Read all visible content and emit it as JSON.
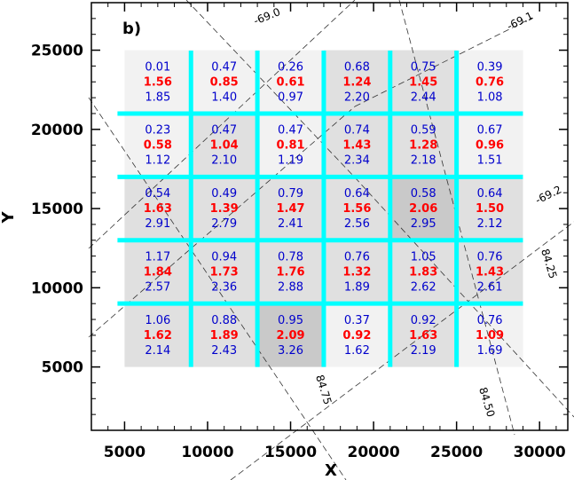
{
  "chart_data": {
    "type": "heatmap",
    "panel_label": "b)",
    "xlabel": "X",
    "ylabel": "Y",
    "xlim": [
      3000,
      31700
    ],
    "ylim": [
      1000,
      28000
    ],
    "x_ticks": [
      5000,
      10000,
      15000,
      20000,
      25000,
      30000
    ],
    "x_tick_labels": [
      "5000",
      "10000",
      "15000",
      "20000",
      "25000",
      "30000"
    ],
    "y_ticks": [
      5000,
      10000,
      15000,
      20000,
      25000
    ],
    "y_tick_labels": [
      "5000",
      "10000",
      "15000",
      "20000",
      "25000"
    ],
    "grid_x_edges": [
      5000,
      9000,
      13000,
      17000,
      21000,
      25000,
      29000
    ],
    "grid_y_edges": [
      5000,
      9000,
      13000,
      17000,
      21000,
      25000
    ],
    "colors": {
      "blue_text": "#0000cc",
      "red_text": "#ff0000",
      "grid_lines": "#00ffff",
      "cell_light": "#f2f2f2",
      "cell_mid": "#e0e0e0",
      "cell_dark": "#c9c9c9"
    },
    "rows": [
      {
        "y_range": [
          21000,
          25000
        ],
        "cells": [
          {
            "top": "0.01",
            "mid": "1.56",
            "bot": "1.85",
            "shade": "light"
          },
          {
            "top": "0.47",
            "mid": "0.85",
            "bot": "1.40",
            "shade": "light"
          },
          {
            "top": "0.26",
            "mid": "0.61",
            "bot": "0.97",
            "shade": "light"
          },
          {
            "top": "0.68",
            "mid": "1.24",
            "bot": "2.20",
            "shade": "mid"
          },
          {
            "top": "0.75",
            "mid": "1.45",
            "bot": "2.44",
            "shade": "mid"
          },
          {
            "top": "0.39",
            "mid": "0.76",
            "bot": "1.08",
            "shade": "light"
          }
        ]
      },
      {
        "y_range": [
          17000,
          21000
        ],
        "cells": [
          {
            "top": "0.23",
            "mid": "0.58",
            "bot": "1.12",
            "shade": "light"
          },
          {
            "top": "0.47",
            "mid": "1.04",
            "bot": "2.10",
            "shade": "mid"
          },
          {
            "top": "0.47",
            "mid": "0.81",
            "bot": "1.19",
            "shade": "light"
          },
          {
            "top": "0.74",
            "mid": "1.43",
            "bot": "2.34",
            "shade": "mid"
          },
          {
            "top": "0.59",
            "mid": "1.28",
            "bot": "2.18",
            "shade": "mid"
          },
          {
            "top": "0.67",
            "mid": "0.96",
            "bot": "1.51",
            "shade": "light"
          }
        ]
      },
      {
        "y_range": [
          13000,
          17000
        ],
        "cells": [
          {
            "top": "0.54",
            "mid": "1.63",
            "bot": "2.91",
            "shade": "mid"
          },
          {
            "top": "0.49",
            "mid": "1.39",
            "bot": "2.79",
            "shade": "mid"
          },
          {
            "top": "0.79",
            "mid": "1.47",
            "bot": "2.41",
            "shade": "mid"
          },
          {
            "top": "0.64",
            "mid": "1.56",
            "bot": "2.56",
            "shade": "mid"
          },
          {
            "top": "0.58",
            "mid": "2.06",
            "bot": "2.95",
            "shade": "dark"
          },
          {
            "top": "0.64",
            "mid": "1.50",
            "bot": "2.12",
            "shade": "mid"
          }
        ]
      },
      {
        "y_range": [
          9000,
          13000
        ],
        "cells": [
          {
            "top": "1.17",
            "mid": "1.84",
            "bot": "2.57",
            "shade": "mid"
          },
          {
            "top": "0.94",
            "mid": "1.73",
            "bot": "2.36",
            "shade": "mid"
          },
          {
            "top": "0.78",
            "mid": "1.76",
            "bot": "2.88",
            "shade": "mid"
          },
          {
            "top": "0.76",
            "mid": "1.32",
            "bot": "1.89",
            "shade": "mid"
          },
          {
            "top": "1.05",
            "mid": "1.83",
            "bot": "2.62",
            "shade": "mid"
          },
          {
            "top": "0.76",
            "mid": "1.43",
            "bot": "2.61",
            "shade": "mid"
          }
        ]
      },
      {
        "y_range": [
          5000,
          9000
        ],
        "cells": [
          {
            "top": "1.06",
            "mid": "1.62",
            "bot": "2.14",
            "shade": "mid"
          },
          {
            "top": "0.88",
            "mid": "1.89",
            "bot": "2.43",
            "shade": "mid"
          },
          {
            "top": "0.95",
            "mid": "2.09",
            "bot": "3.26",
            "shade": "dark"
          },
          {
            "top": "0.37",
            "mid": "0.92",
            "bot": "1.62",
            "shade": "light"
          },
          {
            "top": "0.92",
            "mid": "1.63",
            "bot": "2.19",
            "shade": "mid"
          },
          {
            "top": "0.76",
            "mid": "1.09",
            "bot": "1.69",
            "shade": "light"
          }
        ]
      }
    ],
    "contour_labels": [
      "-69.0",
      "-69.1",
      "-69.2",
      "84.25",
      "84.50",
      "84.75"
    ]
  }
}
